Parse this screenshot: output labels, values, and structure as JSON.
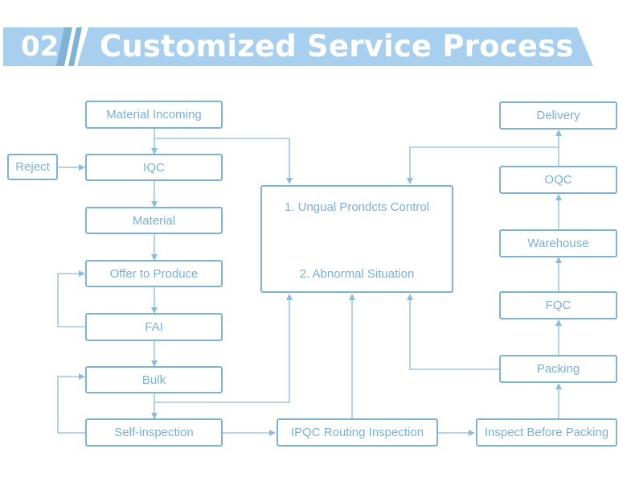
{
  "banner": {
    "number": "02",
    "title": "Customized Service Process"
  },
  "colors": {
    "banner_fill": "#a9cfee",
    "banner_accent": "#7fb3d5",
    "box_border": "#7fb3d5",
    "text": "#7ab0d4",
    "arrow": "#8cbbdc"
  },
  "flow": {
    "left_column": [
      "Material Incoming",
      "IQC",
      "Material",
      "Offer to Produce",
      "FAI",
      "Bulk",
      "Self-inspection"
    ],
    "reject": "Reject",
    "center": {
      "line1": "1. Ungual Prondcts Control",
      "line2": "2. Abnormal Situation"
    },
    "ipqc": "IPQC Routing Inspection",
    "right_column": [
      "Delivery",
      "OQC",
      "Warehouse",
      "FQC",
      "Packing",
      "Inspect Before Packing"
    ]
  }
}
